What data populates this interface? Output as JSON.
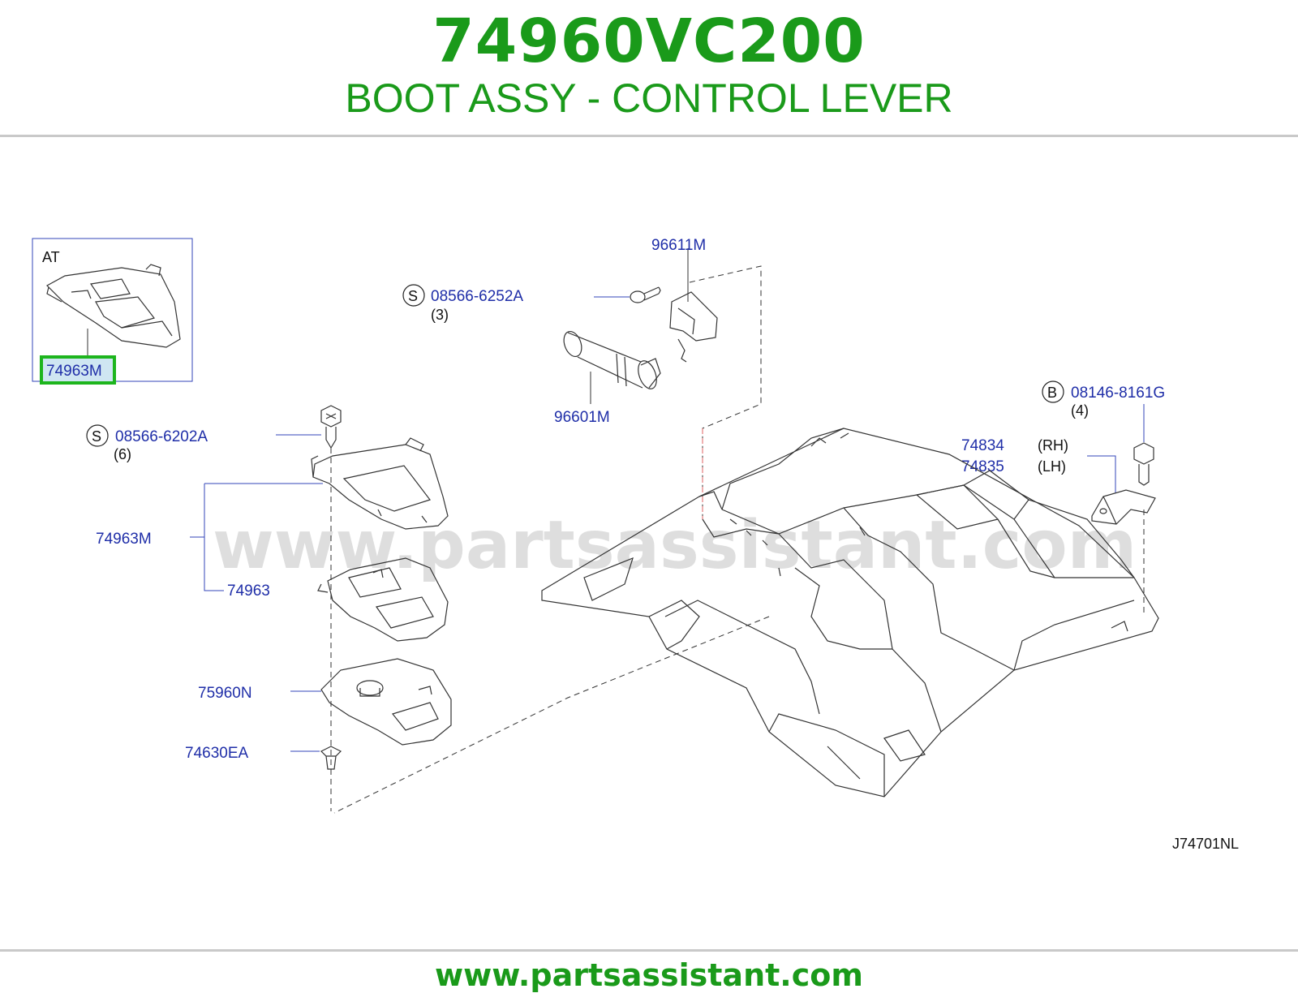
{
  "header": {
    "part_number": "74960VC200",
    "part_name": "BOOT ASSY - CONTROL LEVER"
  },
  "diagram": {
    "inset_variant": "AT",
    "highlighted_callout": "74963M",
    "callouts": {
      "p96611m": "96611M",
      "s08566_6252a_symbol": "S",
      "s08566_6252a": "08566-6252A",
      "s08566_6252a_qty": "(3)",
      "p96601m": "96601M",
      "b08146_symbol": "B",
      "b08146": "08146-8161G",
      "b08146_qty": "(4)",
      "s08566_6202a_symbol": "S",
      "s08566_6202a": "08566-6202A",
      "s08566_6202a_qty": "(6)",
      "p74834": "74834",
      "p74834_side": "(RH)",
      "p74835": "74835",
      "p74835_side": "(LH)",
      "p74963m": "74963M",
      "p74963": "74963",
      "p75960n": "75960N",
      "p74630ea": "74630EA"
    },
    "drawing_code": "J74701NL",
    "watermark": "www.partsassistant.com"
  },
  "footer": {
    "url": "www.partsassistant.com"
  },
  "colors": {
    "brand_green": "#1a9a1a",
    "callout_blue": "#1f2ea8",
    "highlight_green": "#1db51d"
  }
}
